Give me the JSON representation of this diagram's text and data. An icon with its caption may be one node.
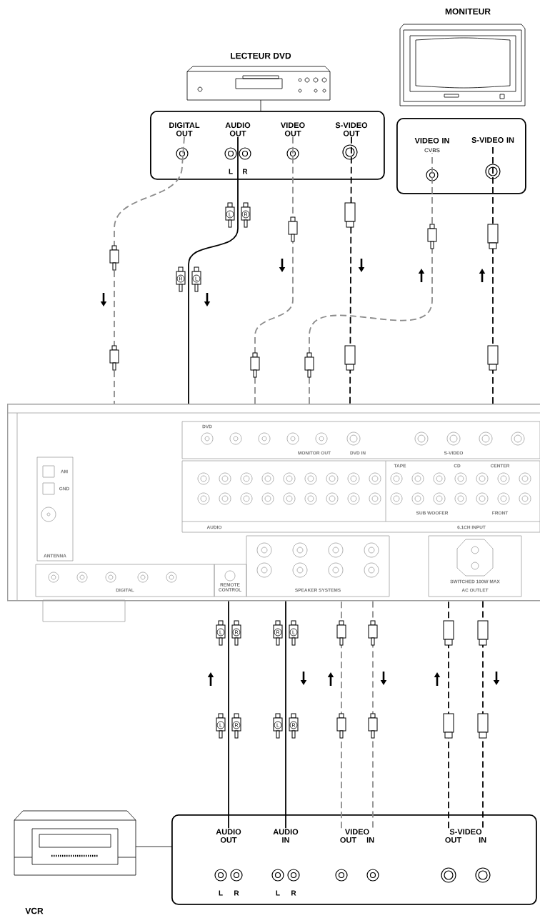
{
  "diagram": {
    "nodes": [
      {
        "text": [
          "LECTEUR DVD"
        ]
      },
      {
        "text": [],
        "shape": "box"
      },
      {
        "text": [
          "DIGITAL OUT"
        ],
        "in": 1
      },
      {
        "text": [
          "AUDIO OUT"
        ],
        "in": 1
      },
      {
        "text": [
          "VIDEO OUT"
        ],
        "in": 1
      },
      {
        "text": [
          "S-VIDEO OUT"
        ],
        "in": 1
      },
      {
        "text": [
          "MONITEUR"
        ]
      },
      {
        "text": [],
        "shape": "box"
      },
      {
        "text": [
          "VIDEO IN",
          "CVBS"
        ],
        "in": 7
      },
      {
        "text": [
          "S-VIDEO IN"
        ],
        "in": 7
      },
      {
        "text": [],
        "shape": "box"
      },
      {
        "text": [
          "VCR"
        ]
      },
      {
        "text": [],
        "shape": "box"
      },
      {
        "text": [
          "AUDIO OUT"
        ],
        "in": 12
      },
      {
        "text": [
          "AUDIO IN"
        ],
        "in": 12
      },
      {
        "text": [
          "VIDEO",
          "OUT",
          "IN"
        ],
        "in": 12
      },
      {
        "text": [
          "S-VIDEO",
          "OUT",
          "IN"
        ],
        "in": 12
      }
    ],
    "edges": [
      {
        "from": 2,
        "to": 10,
        "arrow": "none",
        "style": "dashed",
        "color": "#8c8c8c"
      },
      {
        "from": 3,
        "to": 10,
        "arrow": "none"
      },
      {
        "from": 4,
        "to": 10,
        "arrow": "none",
        "style": "dashed",
        "color": "#8c8c8c"
      },
      {
        "from": 5,
        "to": 10,
        "arrow": "none",
        "style": "dashed"
      },
      {
        "from": 10,
        "to": 8,
        "arrow": "none",
        "style": "dashed",
        "color": "#8c8c8c"
      },
      {
        "from": 10,
        "to": 9,
        "arrow": "none",
        "style": "dashed"
      },
      {
        "from": 13,
        "to": 10,
        "arrow": "none"
      },
      {
        "from": 10,
        "to": 14,
        "arrow": "none"
      },
      {
        "from": 15,
        "to": 10,
        "arrow": "none",
        "style": "dashed",
        "color": "#8c8c8c"
      },
      {
        "from": 10,
        "to": 15,
        "arrow": "none",
        "style": "dashed",
        "color": "#8c8c8c"
      },
      {
        "from": 16,
        "to": 10,
        "arrow": "none",
        "style": "dashed"
      },
      {
        "from": 10,
        "to": 16,
        "arrow": "none",
        "style": "dashed"
      }
    ],
    "labels": [
      "L",
      "R",
      "L",
      "R",
      "R",
      "L",
      "AM",
      "GND",
      "ANTENNA",
      "DVD",
      "MONITOR OUT",
      "DVD IN",
      "S-VIDEO",
      "TAPE",
      "CD",
      "CENTER",
      "SUB WOOFER",
      "FRONT",
      "AUDIO",
      "6.1CH INPUT",
      "DIGITAL",
      "REMOTE CONTROL",
      "SPEAKER SYSTEMS",
      "SWITCHED 100W MAX",
      "AC OUTLET",
      "L",
      "R",
      "R",
      "L",
      "L",
      "R",
      "L",
      "R",
      "L",
      "R",
      "L",
      "R"
    ]
  }
}
